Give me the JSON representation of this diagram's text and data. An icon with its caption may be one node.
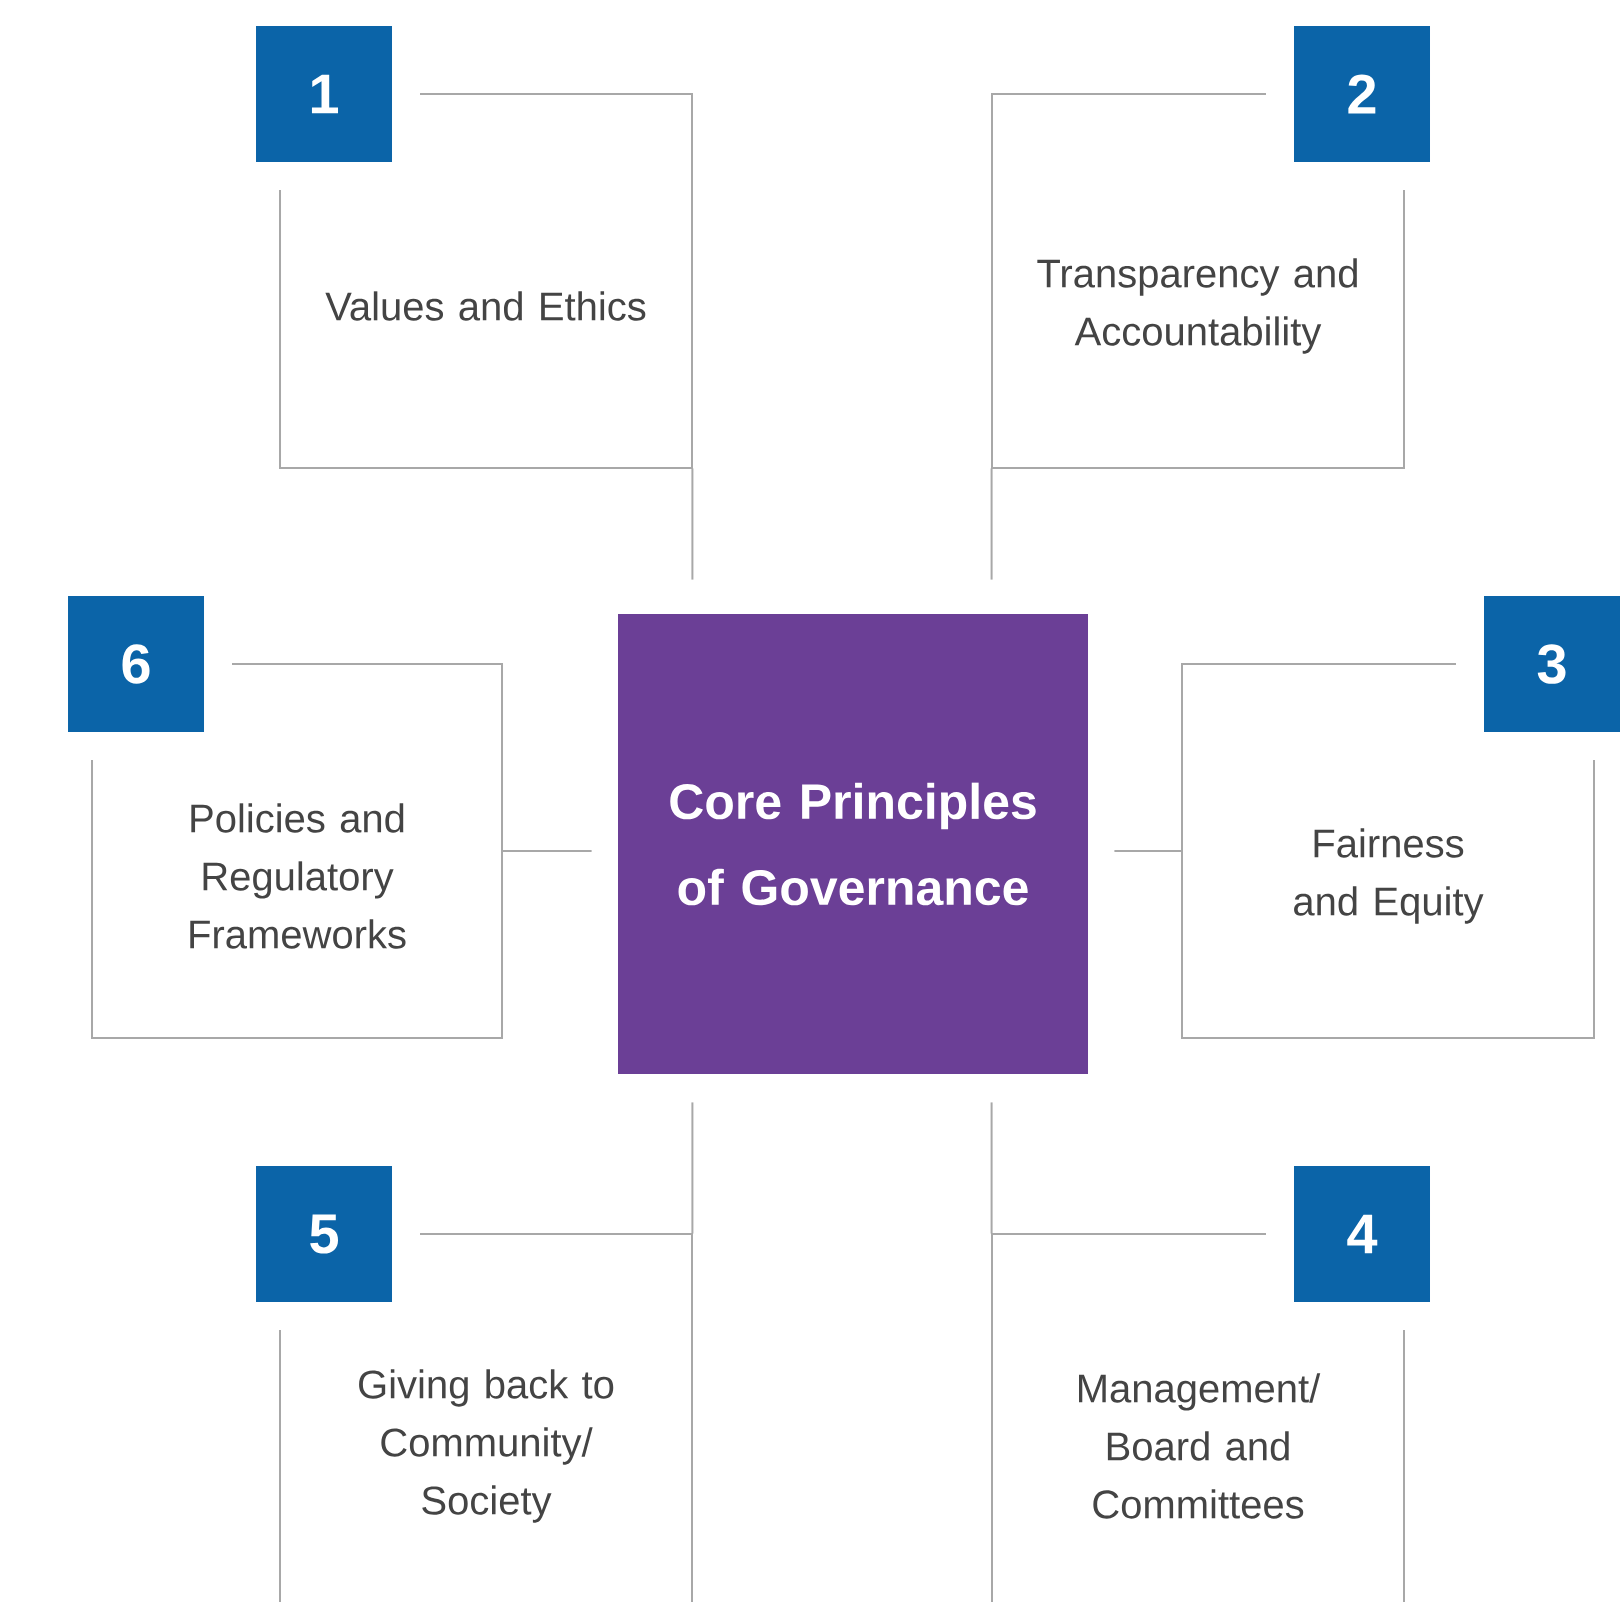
{
  "diagram": {
    "nodes": [
      {
        "text": [
          "Core Principles of Governance"
        ]
      },
      {
        "text": [
          "1",
          "Values and Ethics"
        ]
      },
      {
        "text": [
          "2",
          "Transparency and Accountability"
        ]
      },
      {
        "text": [
          "3",
          "Fairness and Equity"
        ]
      },
      {
        "text": [
          "4",
          "Management/ Board and Committees"
        ]
      },
      {
        "text": [
          "5",
          "Giving back to Community/ Society"
        ]
      },
      {
        "text": [
          "6",
          "Policies and Regulatory Frameworks"
        ]
      }
    ],
    "edges": [
      {
        "from": 1,
        "to": 0,
        "arrow": "none"
      },
      {
        "from": 2,
        "to": 0,
        "arrow": "none"
      },
      {
        "from": 3,
        "to": 0,
        "arrow": "none"
      },
      {
        "from": 4,
        "to": 0,
        "arrow": "none"
      },
      {
        "from": 5,
        "to": 0,
        "arrow": "none"
      },
      {
        "from": 6,
        "to": 0,
        "arrow": "none"
      }
    ]
  }
}
